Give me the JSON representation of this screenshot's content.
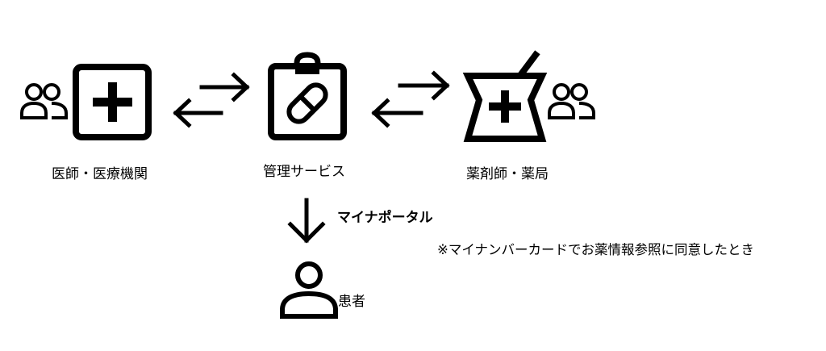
{
  "nodes": {
    "doctor": {
      "label": "医師・医療機関"
    },
    "service": {
      "label": "管理サービス"
    },
    "pharmacy": {
      "label": "薬剤師・薬局"
    },
    "patient": {
      "label": "患者"
    }
  },
  "edges": {
    "service_to_patient": {
      "label": "マイナポータル"
    }
  },
  "note": "※マイナンバーカードでお薬情報参照に同意したとき",
  "colors": {
    "stroke": "#000000",
    "background": "#ffffff"
  }
}
